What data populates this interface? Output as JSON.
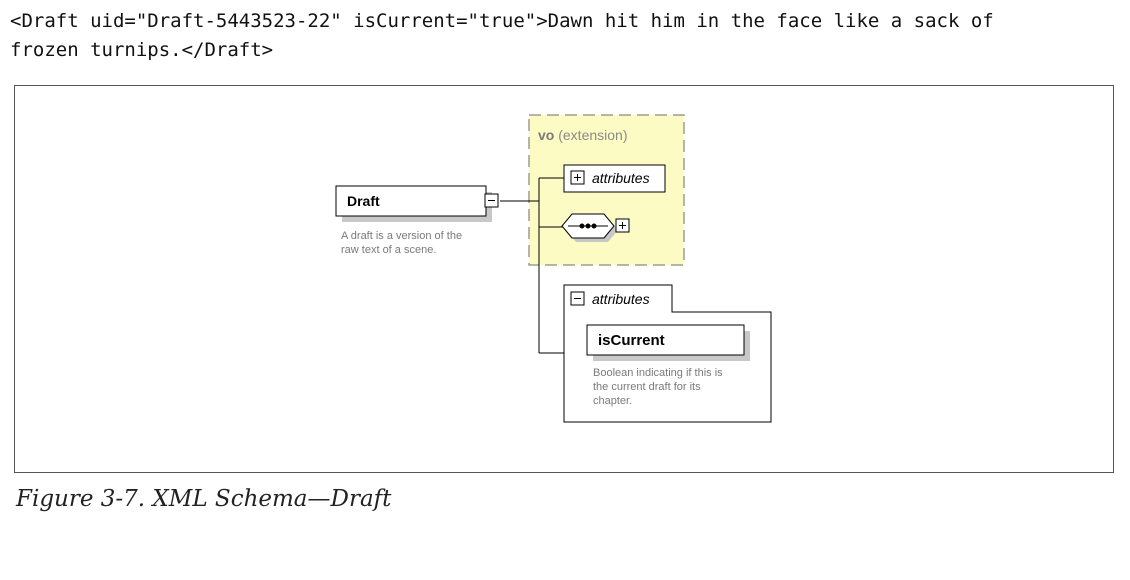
{
  "code_sample": {
    "line1": "<Draft uid=\"Draft-5443523-22\" isCurrent=\"true\">Dawn hit him in the face like a sack of",
    "line2": "frozen turnips.</Draft>"
  },
  "diagram": {
    "element": {
      "name": "Draft",
      "doc_line1": "A draft is a version of the",
      "doc_line2": "raw text of a scene."
    },
    "extension": {
      "prefix": "vo",
      "suffix": "(extension)",
      "attributes_label": "attributes"
    },
    "attributes_group": {
      "label": "attributes",
      "attribute": {
        "name": "isCurrent",
        "doc_line1": "Boolean indicating if this is",
        "doc_line2": "the current draft for its",
        "doc_line3": "chapter."
      }
    },
    "colors": {
      "extension_fill": "#fdfbc4",
      "extension_border": "#a09c8c",
      "shadow": "#c8c8c8",
      "doc_text": "#7a7a7a"
    }
  },
  "caption": "Figure 3-7. XML Schema—Draft"
}
